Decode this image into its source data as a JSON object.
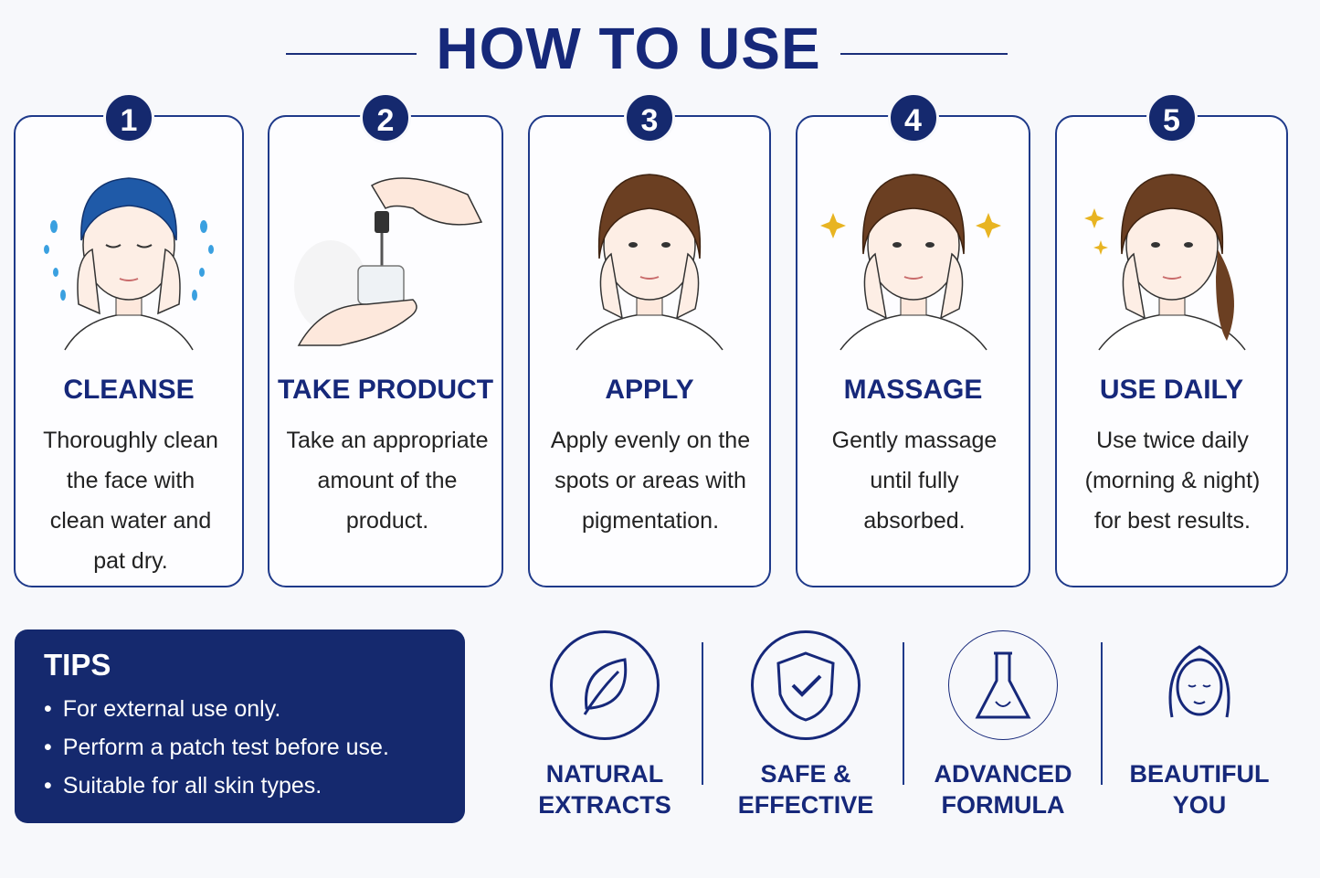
{
  "header": {
    "title": "HOW TO USE"
  },
  "steps": [
    {
      "number": "1",
      "title": "CLEANSE",
      "desc": "Thoroughly clean the face with clean water and pat dry."
    },
    {
      "number": "2",
      "title": "TAKE PRODUCT",
      "desc": "Take an appropriate amount of the product."
    },
    {
      "number": "3",
      "title": "APPLY",
      "desc": "Apply evenly on the spots or areas with pigmentation."
    },
    {
      "number": "4",
      "title": "MASSAGE",
      "desc": "Gently massage until fully absorbed."
    },
    {
      "number": "5",
      "title": "USE DAILY",
      "desc": "Use twice daily (morning & night) for best results."
    }
  ],
  "tips": {
    "title": "TIPS",
    "items": [
      "For external use only.",
      "Perform a patch test before use.",
      "Suitable for all skin types."
    ]
  },
  "features": [
    {
      "line1": "NATURAL",
      "line2": "EXTRACTS",
      "icon": "leaf-icon"
    },
    {
      "line1": "SAFE &",
      "line2": "EFFECTIVE",
      "icon": "shield-check-icon"
    },
    {
      "line1": "ADVANCED",
      "line2": "FORMULA",
      "icon": "flask-icon"
    },
    {
      "line1": "BEAUTIFUL",
      "line2": "YOU",
      "icon": "woman-face-icon"
    }
  ],
  "colors": {
    "navy": "#16287a",
    "background": "#f7f8fb",
    "sparkle": "#e8b422",
    "water": "#3aa0e0"
  }
}
